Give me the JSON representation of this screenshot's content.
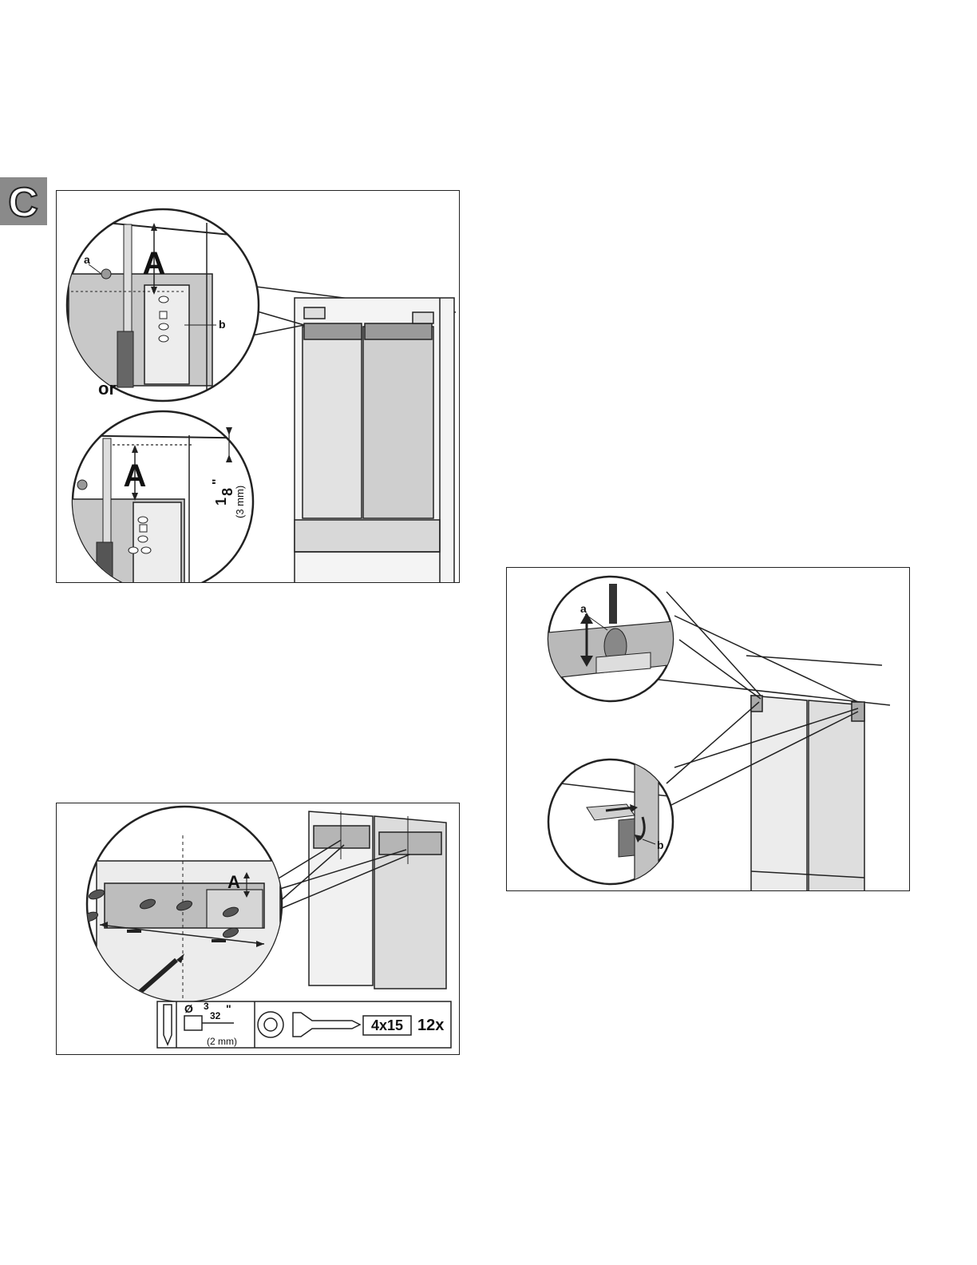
{
  "section": {
    "letter": "C"
  },
  "fig1": {
    "label_a": "a",
    "label_b": "b",
    "dim_A_top": "A",
    "separator": "or",
    "dim_A_bottom": "A",
    "fraction_num": "1",
    "fraction_den": "8",
    "inch_mark": "\"",
    "metric": "(3 mm)"
  },
  "fig2": {
    "dim_A": "A",
    "drill_diameter_symbol": "Ø",
    "drill_num": "3",
    "drill_den": "32",
    "inch_mark": "\"",
    "drill_metric": "(2 mm)",
    "screw_size": "4x15",
    "screw_qty": "12x"
  },
  "fig3": {
    "label_a": "a",
    "label_b": "b"
  },
  "colors": {
    "outline": "#222222",
    "gray_fill": "#c8c8c8",
    "dark_gray": "#7a7a7a",
    "tab_gray": "#8a8a8a"
  }
}
